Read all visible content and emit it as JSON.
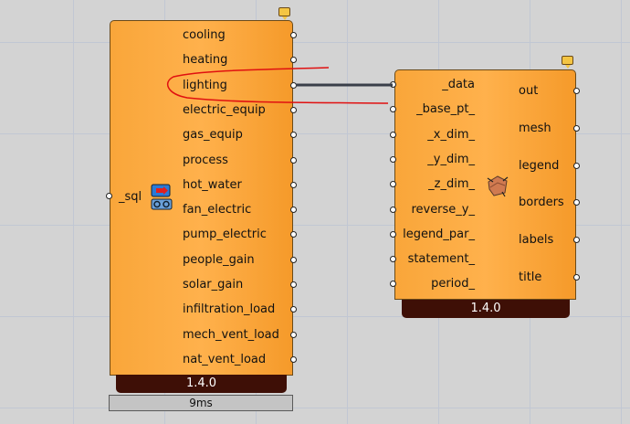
{
  "sql_component": {
    "input": "_sql",
    "outputs": [
      "cooling",
      "heating",
      "lighting",
      "electric_equip",
      "gas_equip",
      "process",
      "hot_water",
      "fan_electric",
      "pump_electric",
      "people_gain",
      "solar_gain",
      "infiltration_load",
      "mech_vent_load",
      "nat_vent_load"
    ],
    "version": "1.4.0",
    "timing": "9ms"
  },
  "chart_component": {
    "inputs": [
      "_data",
      "_base_pt_",
      "_x_dim_",
      "_y_dim_",
      "_z_dim_",
      "reverse_y_",
      "legend_par_",
      "statement_",
      "period_"
    ],
    "outputs": [
      "out",
      "mesh",
      "legend",
      "borders",
      "labels",
      "title"
    ],
    "version": "1.4.0"
  },
  "colors": {
    "component_orange": "#ffb14c",
    "version_bar": "#3e0f06",
    "wire": "#3a3f4a",
    "annotation_red": "#e01010"
  }
}
